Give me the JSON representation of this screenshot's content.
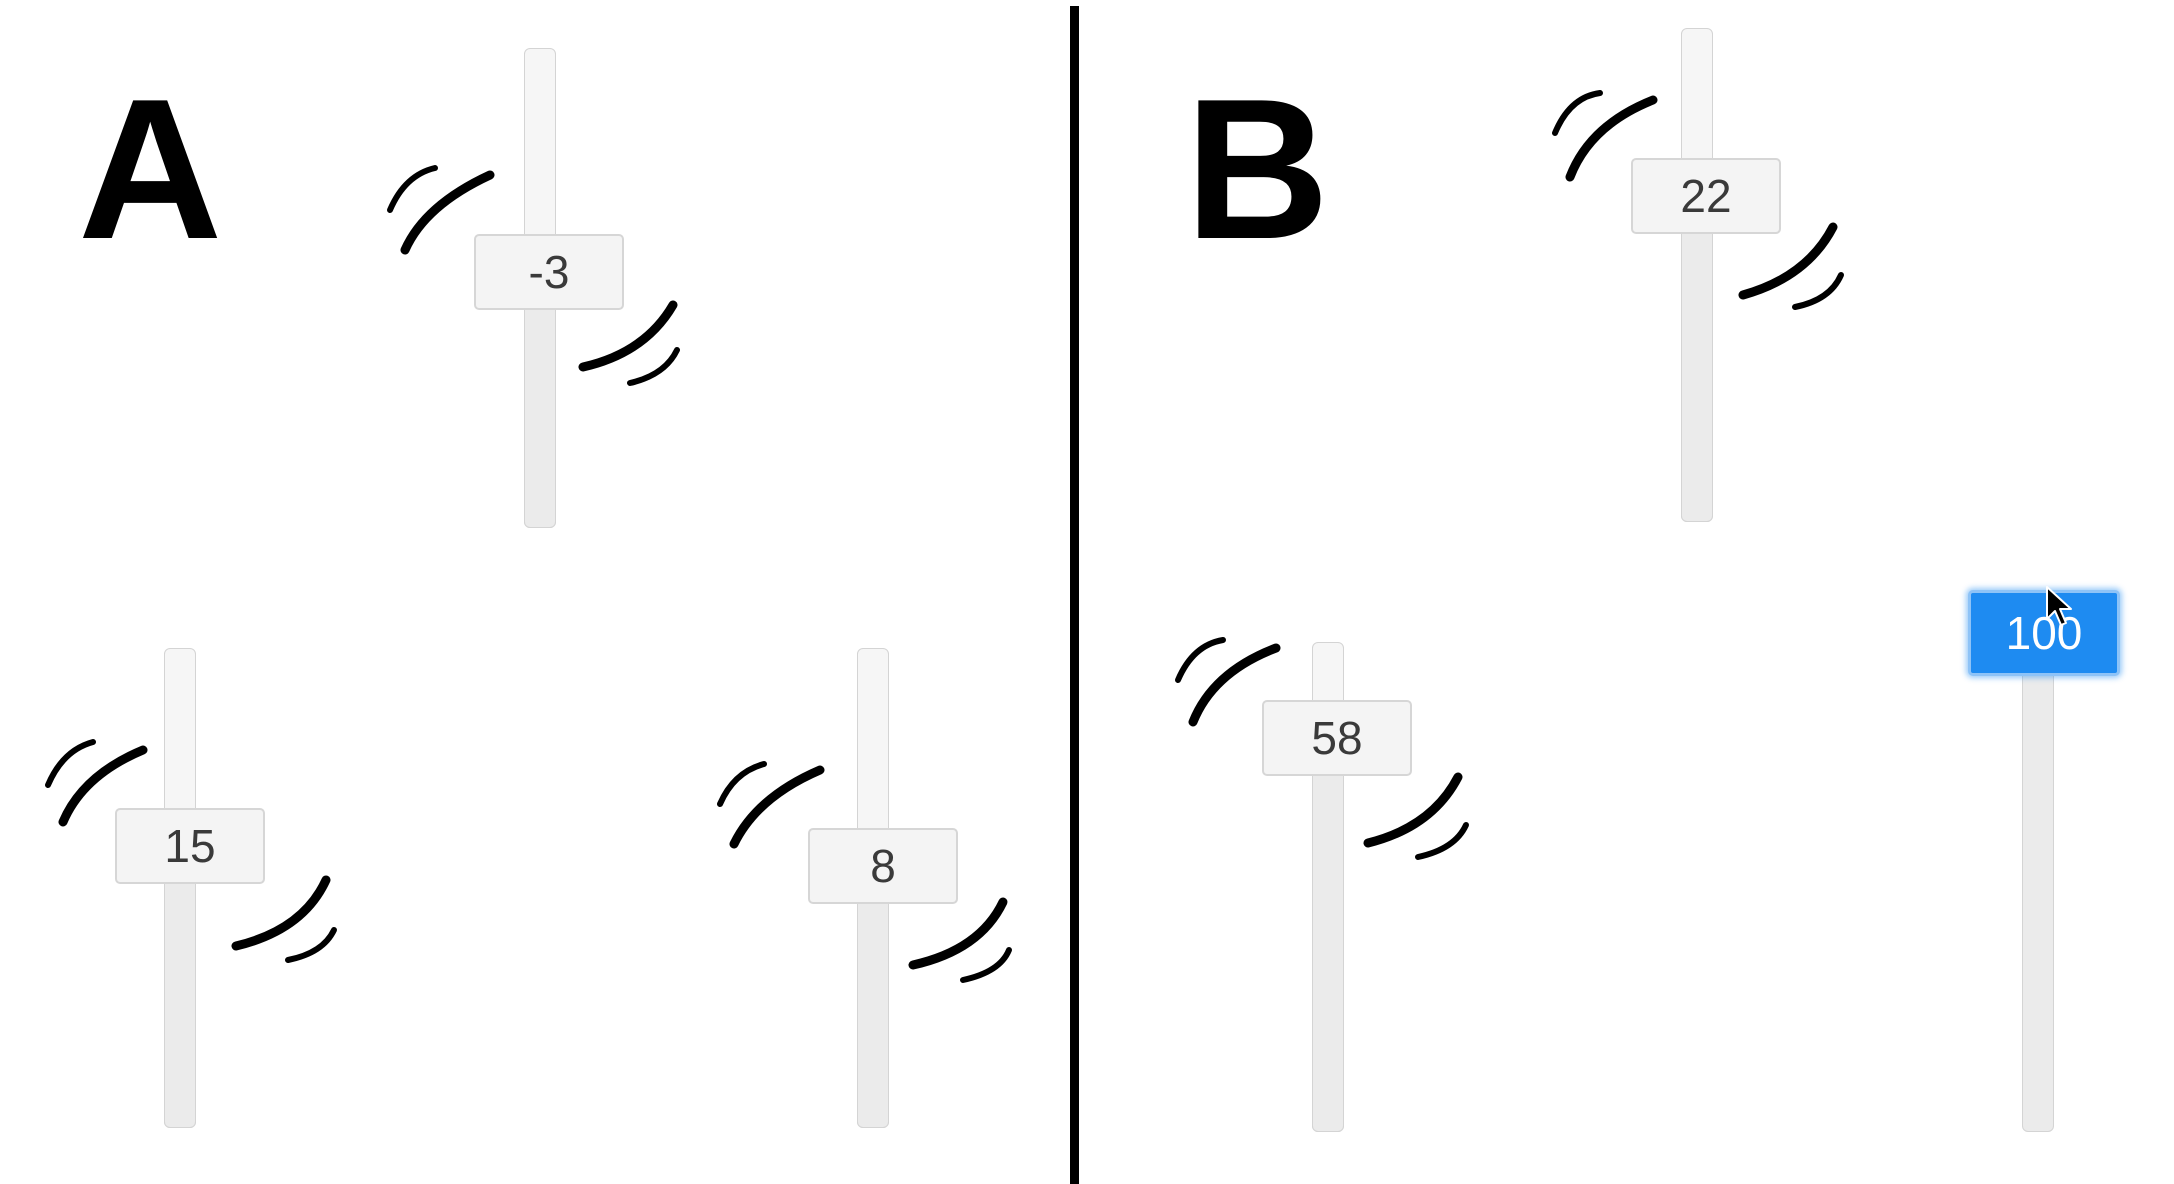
{
  "panels": {
    "a": {
      "label": "A"
    },
    "b": {
      "label": "B"
    }
  },
  "sliders": {
    "a1": {
      "value": "-3"
    },
    "a2": {
      "value": "15"
    },
    "a3": {
      "value": "8"
    },
    "b1": {
      "value": "22"
    },
    "b2": {
      "value": "58"
    },
    "b3": {
      "value": "100"
    }
  },
  "colors": {
    "active_thumb": "#1e8bf1",
    "thumb": "#f4f4f4",
    "track": "#ebebeb"
  },
  "icons": {
    "motion": "vibration-arc-icon",
    "cursor": "mouse-pointer-icon"
  }
}
